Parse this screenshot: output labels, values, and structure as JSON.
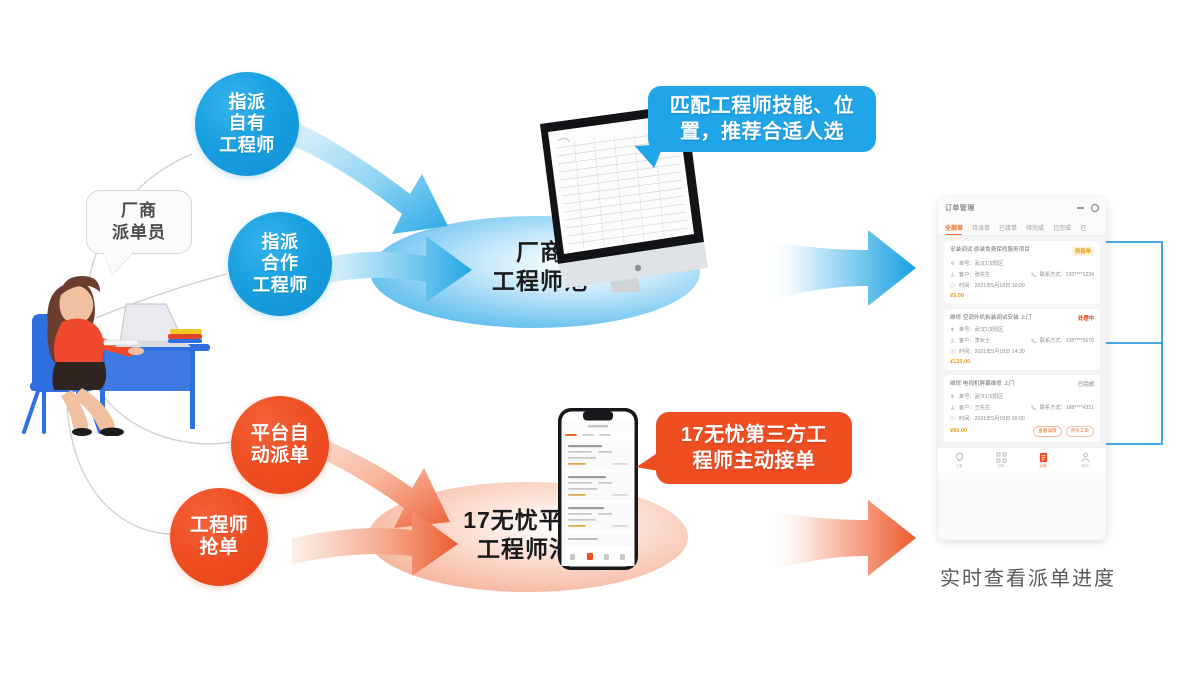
{
  "diagram": {
    "title_alt": "派单流程图",
    "colors": {
      "blue": "#1fa5e8",
      "blue_deep": "#0f8fd4",
      "orange": "#ef4e22",
      "orange_light": "#f19878",
      "dot_blue": "#1e7fe0",
      "text_dark": "#1b1b1b",
      "caption_gray": "#5a5a5a"
    }
  },
  "actor": {
    "bubble_line1": "厂商",
    "bubble_line2": "派单员",
    "figure_name": "woman-at-desk-illustration"
  },
  "nodes": [
    {
      "id": "assign-own",
      "lines": [
        "指派",
        "自有",
        "工程师"
      ],
      "color": "blue"
    },
    {
      "id": "assign-partner",
      "lines": [
        "指派",
        "合作",
        "工程师"
      ],
      "color": "blue"
    },
    {
      "id": "platform-auto",
      "lines": [
        "平台自",
        "动派单"
      ],
      "color": "orange"
    },
    {
      "id": "engineer-grab",
      "lines": [
        "工程师",
        "抢单"
      ],
      "color": "orange"
    }
  ],
  "pools": [
    {
      "id": "vendor-pool",
      "lines": [
        "厂商",
        "工程师池"
      ],
      "color": "blue"
    },
    {
      "id": "platform-pool",
      "lines": [
        "17无忧平台",
        "工程师池"
      ],
      "color": "orange"
    }
  ],
  "callouts": [
    {
      "id": "match-engineer",
      "lines": [
        "匹配工程师技能、位",
        "置，推荐合适人选"
      ],
      "color": "blue"
    },
    {
      "id": "third-party-accept",
      "lines": [
        "17无忧第三方工",
        "程师主动接单"
      ],
      "color": "orange"
    }
  ],
  "caption": {
    "text": "实时查看派单进度"
  },
  "app_panel": {
    "logo": "订单管理",
    "window_buttons": [
      "minimize-icon",
      "gear-icon"
    ],
    "tabs": [
      {
        "label": "全部单",
        "active": true
      },
      {
        "label": "待派单",
        "active": false
      },
      {
        "label": "已接单",
        "active": false
      },
      {
        "label": "待完成",
        "active": false
      },
      {
        "label": "已完成",
        "active": false
      },
      {
        "label": "已",
        "active": false
      }
    ],
    "orders": [
      {
        "title": "安装调试  原装免费保修服务项目",
        "status": "待接单",
        "status_style": "amber",
        "rows": [
          "单号：武汉1汉阳区",
          "客户：张先生",
          "联系方式：133****1234",
          "时间：2021年5月18日 10:00"
        ],
        "price": "¥5.00",
        "buttons": []
      },
      {
        "title": "维修  空调外机拆装调试安装 上门",
        "status": "处理中",
        "status_style": "red",
        "rows": [
          "单号：武汉1汉阳区",
          "客户：李女士",
          "联系方式：135****5678",
          "时间：2021年5月18日 14:30"
        ],
        "price": "¥120.00",
        "buttons": []
      },
      {
        "title": "维修  电视机屏幕维修 上门",
        "status": "已完成",
        "status_style": "gray",
        "rows": [
          "单号：武汉1汉阳区",
          "客户：王先生",
          "联系方式：188****4321",
          "时间：2021年5月19日 09:00"
        ],
        "price": "¥80.00",
        "buttons": [
          "查看详情",
          "评价工单"
        ]
      }
    ],
    "nav": [
      {
        "label": "工单",
        "icon": "lightbulb-icon",
        "active": false
      },
      {
        "label": "扫码",
        "icon": "qr-grid-icon",
        "active": false
      },
      {
        "label": "派单",
        "icon": "dispatch-card-icon",
        "active": true
      },
      {
        "label": "我的",
        "icon": "person-icon",
        "active": false
      }
    ]
  },
  "devices": {
    "monitor": {
      "name": "desktop-monitor",
      "screen_content": "spreadsheet-table"
    },
    "phone": {
      "name": "smartphone",
      "screen_content": "order-list"
    },
    "laptop": {
      "name": "laptop"
    }
  }
}
